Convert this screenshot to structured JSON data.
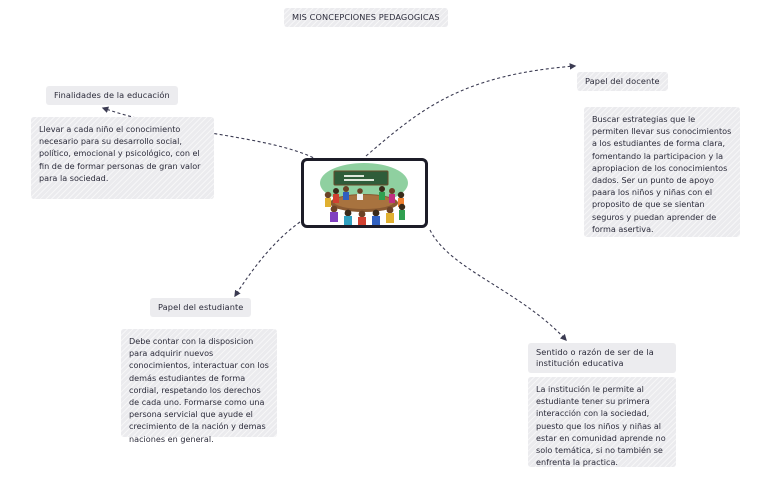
{
  "title": "MIS CONCEPCIONES PEDAGOGICAS",
  "center_image": {
    "description_icon": "classroom-illustration-icon"
  },
  "nodes": {
    "finalidades": {
      "title": "Finalidades de la educación",
      "text": "Llevar a cada niño el conocimiento necesario para su desarrollo social, político, emocional y psicológico, con el fin de de formar personas de gran valor para la sociedad."
    },
    "docente": {
      "title": "Papel del docente",
      "text": "Buscar estrategias que le permiten llevar sus conocimientos a los estudiantes de forma clara, fomentando la participacion y la apropiacion de los conocimientos dados. Ser un punto de apoyo paara los niños y niñas con el proposito de que se sientan seguros y puedan aprender de forma asertiva."
    },
    "estudiante": {
      "title": "Papel del estudiante",
      "text": "Debe contar con la disposicion para adquirir nuevos conocimientos, interactuar con los demás estudiantes de forma cordial, respetando los derechos de cada uno. Formarse como una persona servicial que ayude el crecimiento de la nación y demas naciones en general."
    },
    "sentido": {
      "title": "Sentido o razón de ser de la institución educativa",
      "text": "La institución le permite al estudiante tener su primera interacción con la sociedad, puesto que los niños y niñas al estar en comunidad aprende no solo temática, si no también se enfrenta la practica."
    }
  },
  "colors": {
    "box_fill": "#ececef",
    "line": "#3b3b52",
    "card_border": "#1c1c28",
    "board": "#2f5d3a"
  }
}
